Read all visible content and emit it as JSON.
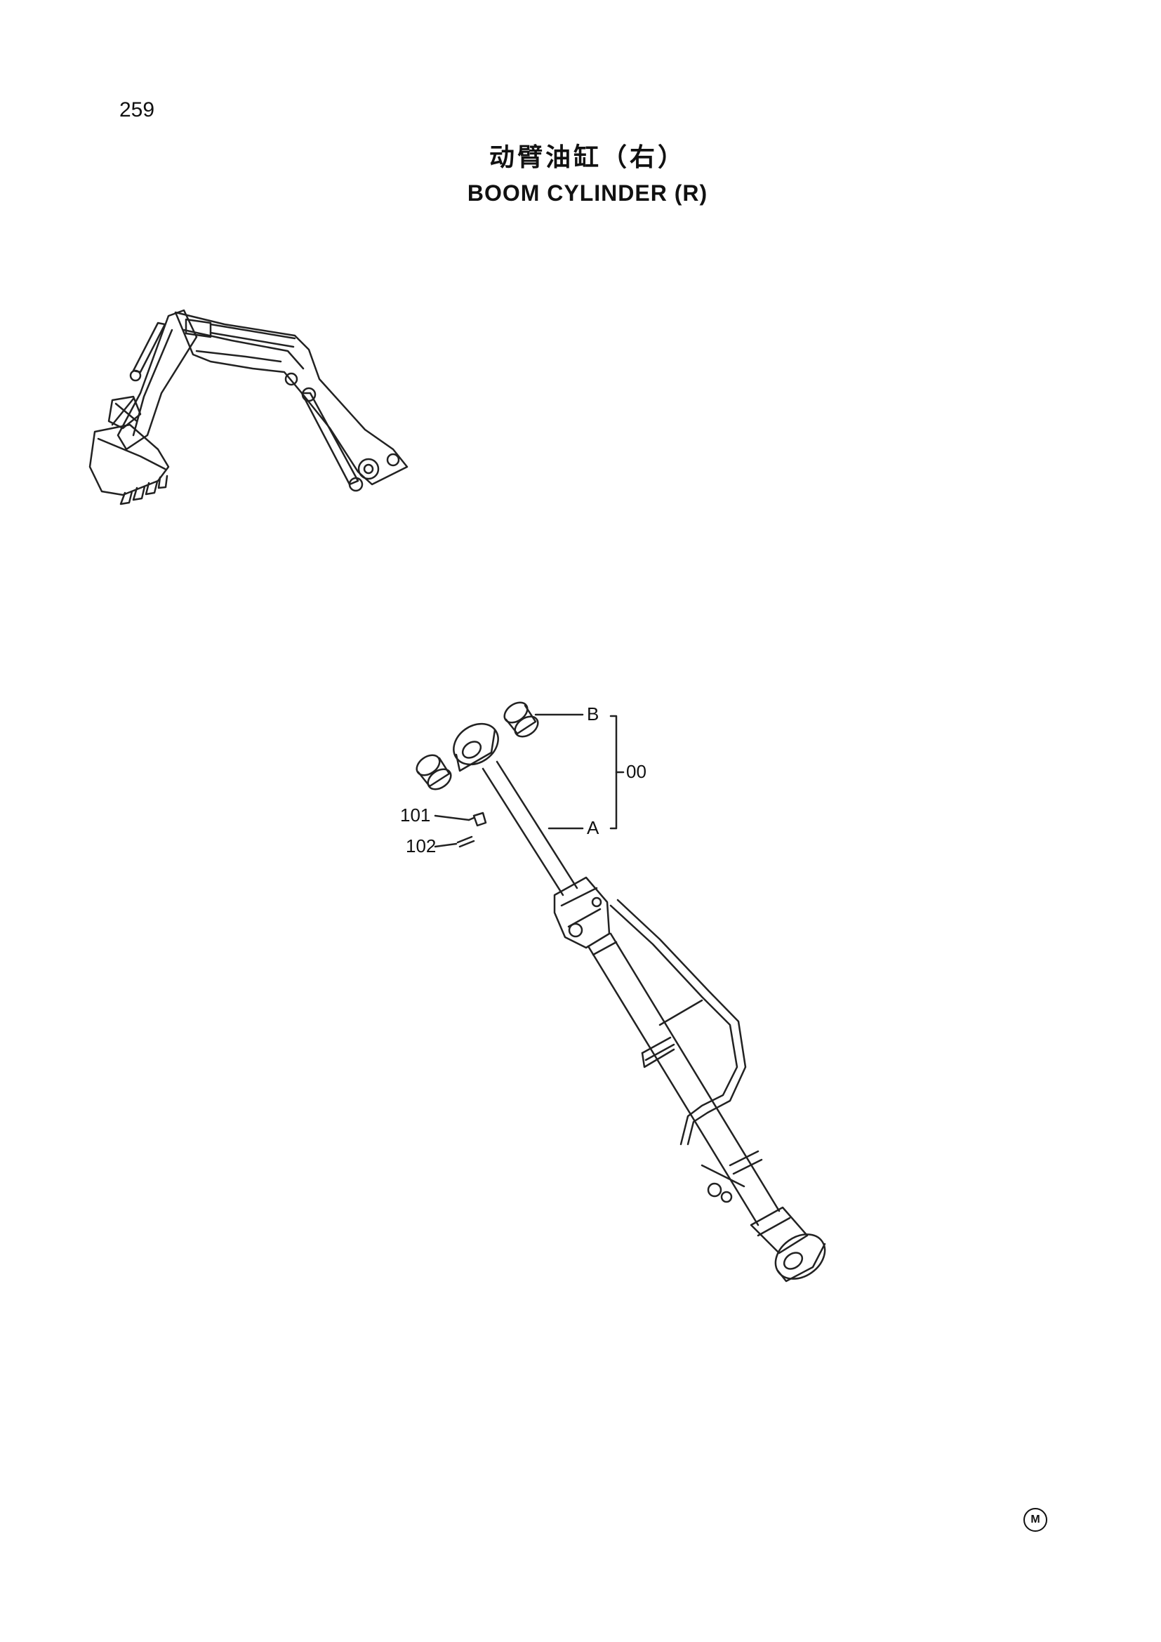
{
  "page_number": "259",
  "title": {
    "chinese": "动臂油缸（右）",
    "english": "BOOM  CYLINDER (R)"
  },
  "callouts": {
    "b": "B",
    "group": "00",
    "a": "A",
    "p101": "101",
    "p102": "102"
  },
  "corner_mark": "M",
  "icons": [
    "excavator-front-attachment-illustration",
    "boom-cylinder-illustration",
    "circled-m-mark"
  ]
}
